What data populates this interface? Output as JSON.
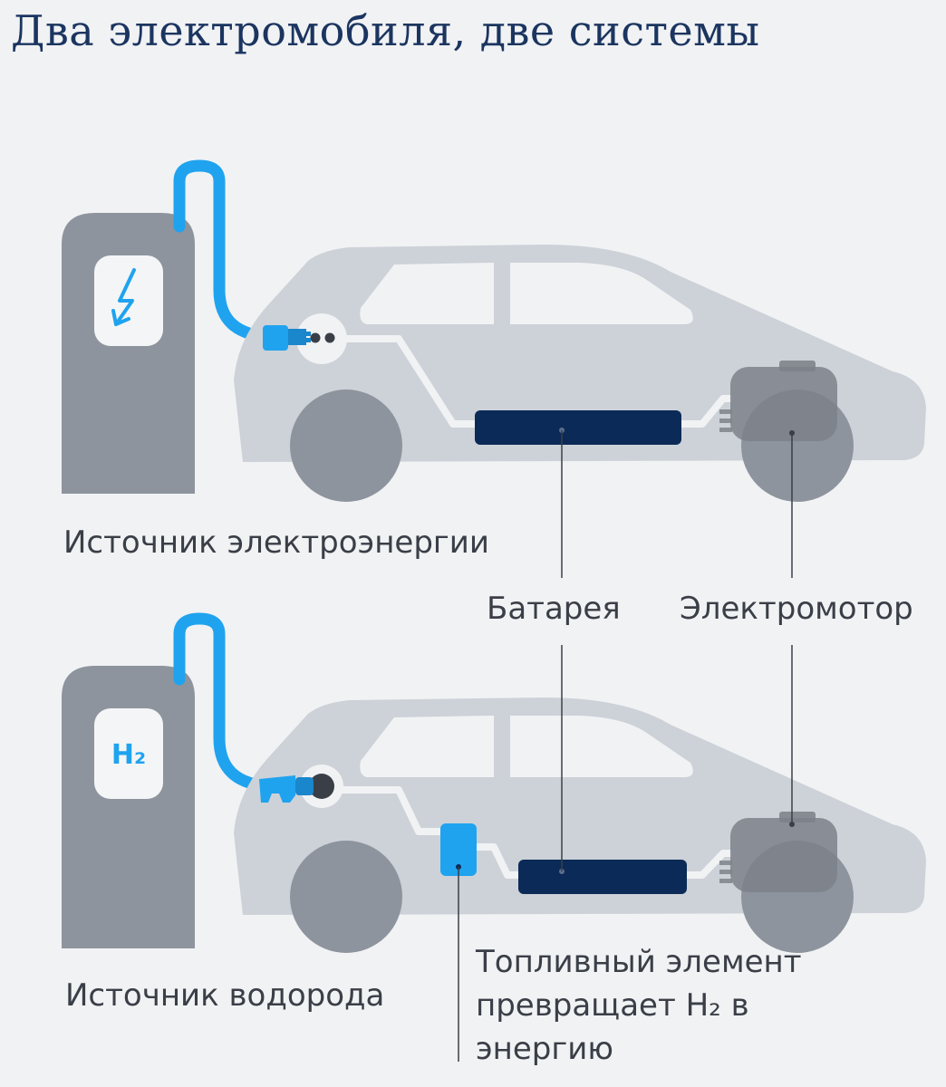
{
  "title": "Два электромобиля, две системы",
  "labels": {
    "electric_source": "Источник электроэнергии",
    "battery": "Батарея",
    "motor": "Электромотор",
    "hydrogen_source": "Источник водорода",
    "fuel_cell_line1": "Топливный элемент",
    "fuel_cell_line2": "превращает H₂ в",
    "fuel_cell_line3": "энергию"
  },
  "icons": {
    "electric_station_icon": "lightning-bolt-icon",
    "hydrogen_station_icon_text": "H₂"
  },
  "colors": {
    "background": "#f1f2f4",
    "title": "#1b3560",
    "station": "#8e949d",
    "car_body": "#cdd2d8",
    "wheel": "#8e949d",
    "cable": "#1fa3ef",
    "battery": "#0b2a57",
    "fuel_cell": "#1fa3ef",
    "motor": "#8a8f96",
    "label": "#3a3f47"
  }
}
